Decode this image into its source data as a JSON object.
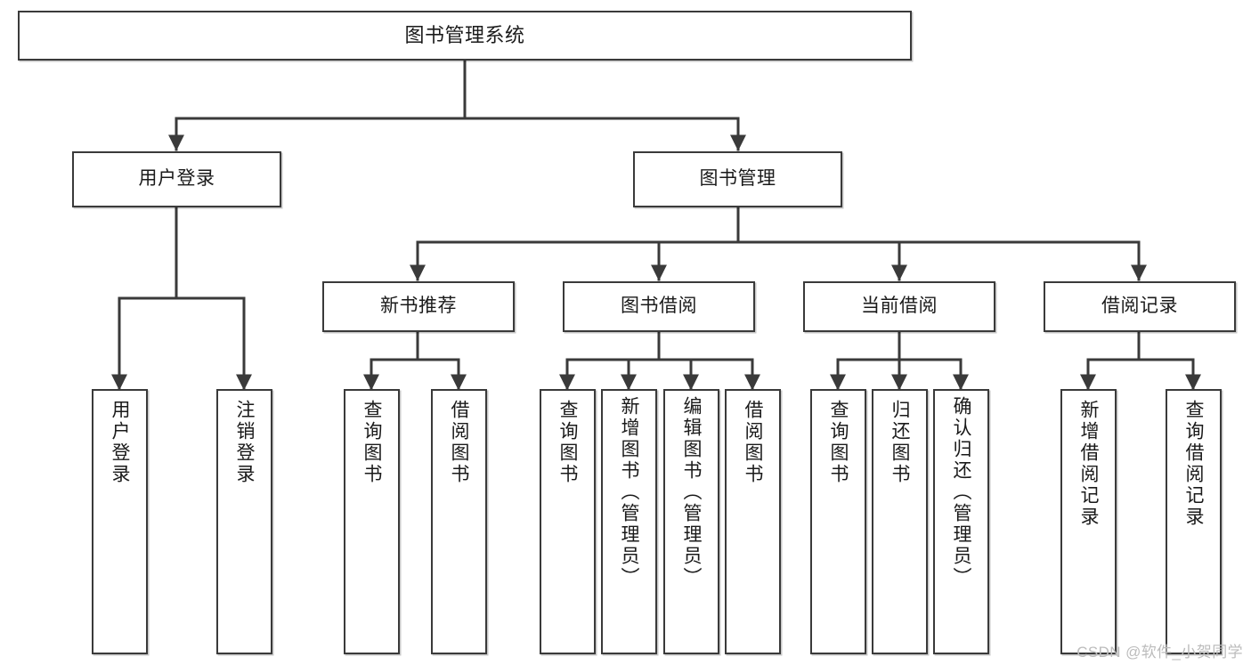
{
  "diagram": {
    "title": "图书管理系统",
    "type": "tree",
    "watermark": "CSDN @软件_小贺同学",
    "stroke_color": "#3a3a3a",
    "fill_color": "#ffffff",
    "text_color": "#1a1a1a",
    "watermark_color": "#bcbcbc",
    "nodes": {
      "root": {
        "label": "图书管理系统",
        "orientation": "horizontal"
      },
      "level2": [
        {
          "id": "user-login",
          "label": "用户登录",
          "orientation": "horizontal"
        },
        {
          "id": "book-manage",
          "label": "图书管理",
          "orientation": "horizontal"
        }
      ],
      "level3": [
        {
          "id": "new-book-recommend",
          "label": "新书推荐",
          "orientation": "horizontal"
        },
        {
          "id": "book-borrow",
          "label": "图书借阅",
          "orientation": "horizontal"
        },
        {
          "id": "current-borrow",
          "label": "当前借阅",
          "orientation": "horizontal"
        },
        {
          "id": "borrow-record",
          "label": "借阅记录",
          "orientation": "horizontal"
        }
      ],
      "leaves": [
        {
          "id": "leaf-user-login",
          "parent": "user-login",
          "label": "用户登录",
          "orientation": "vertical"
        },
        {
          "id": "leaf-logout",
          "parent": "user-login",
          "label": "注销登录",
          "orientation": "vertical"
        },
        {
          "id": "leaf-query-book-1",
          "parent": "new-book-recommend",
          "label": "查询图书",
          "orientation": "vertical"
        },
        {
          "id": "leaf-borrow-book-1",
          "parent": "new-book-recommend",
          "label": "借阅图书",
          "orientation": "vertical"
        },
        {
          "id": "leaf-query-book-2",
          "parent": "book-borrow",
          "label": "查询图书",
          "orientation": "vertical"
        },
        {
          "id": "leaf-add-book",
          "parent": "book-borrow",
          "label": "新增图书（管理员）",
          "orientation": "vertical"
        },
        {
          "id": "leaf-edit-book",
          "parent": "book-borrow",
          "label": "编辑图书（管理员）",
          "orientation": "vertical"
        },
        {
          "id": "leaf-borrow-book-2",
          "parent": "book-borrow",
          "label": "借阅图书",
          "orientation": "vertical"
        },
        {
          "id": "leaf-query-book-3",
          "parent": "current-borrow",
          "label": "查询图书",
          "orientation": "vertical"
        },
        {
          "id": "leaf-return-book",
          "parent": "current-borrow",
          "label": "归还图书",
          "orientation": "vertical"
        },
        {
          "id": "leaf-confirm-return",
          "parent": "current-borrow",
          "label": "确认归还（管理员）",
          "orientation": "vertical"
        },
        {
          "id": "leaf-add-record",
          "parent": "borrow-record",
          "label": "新增借阅记录",
          "orientation": "vertical"
        },
        {
          "id": "leaf-query-record",
          "parent": "borrow-record",
          "label": "查询借阅记录",
          "orientation": "vertical"
        }
      ]
    }
  }
}
